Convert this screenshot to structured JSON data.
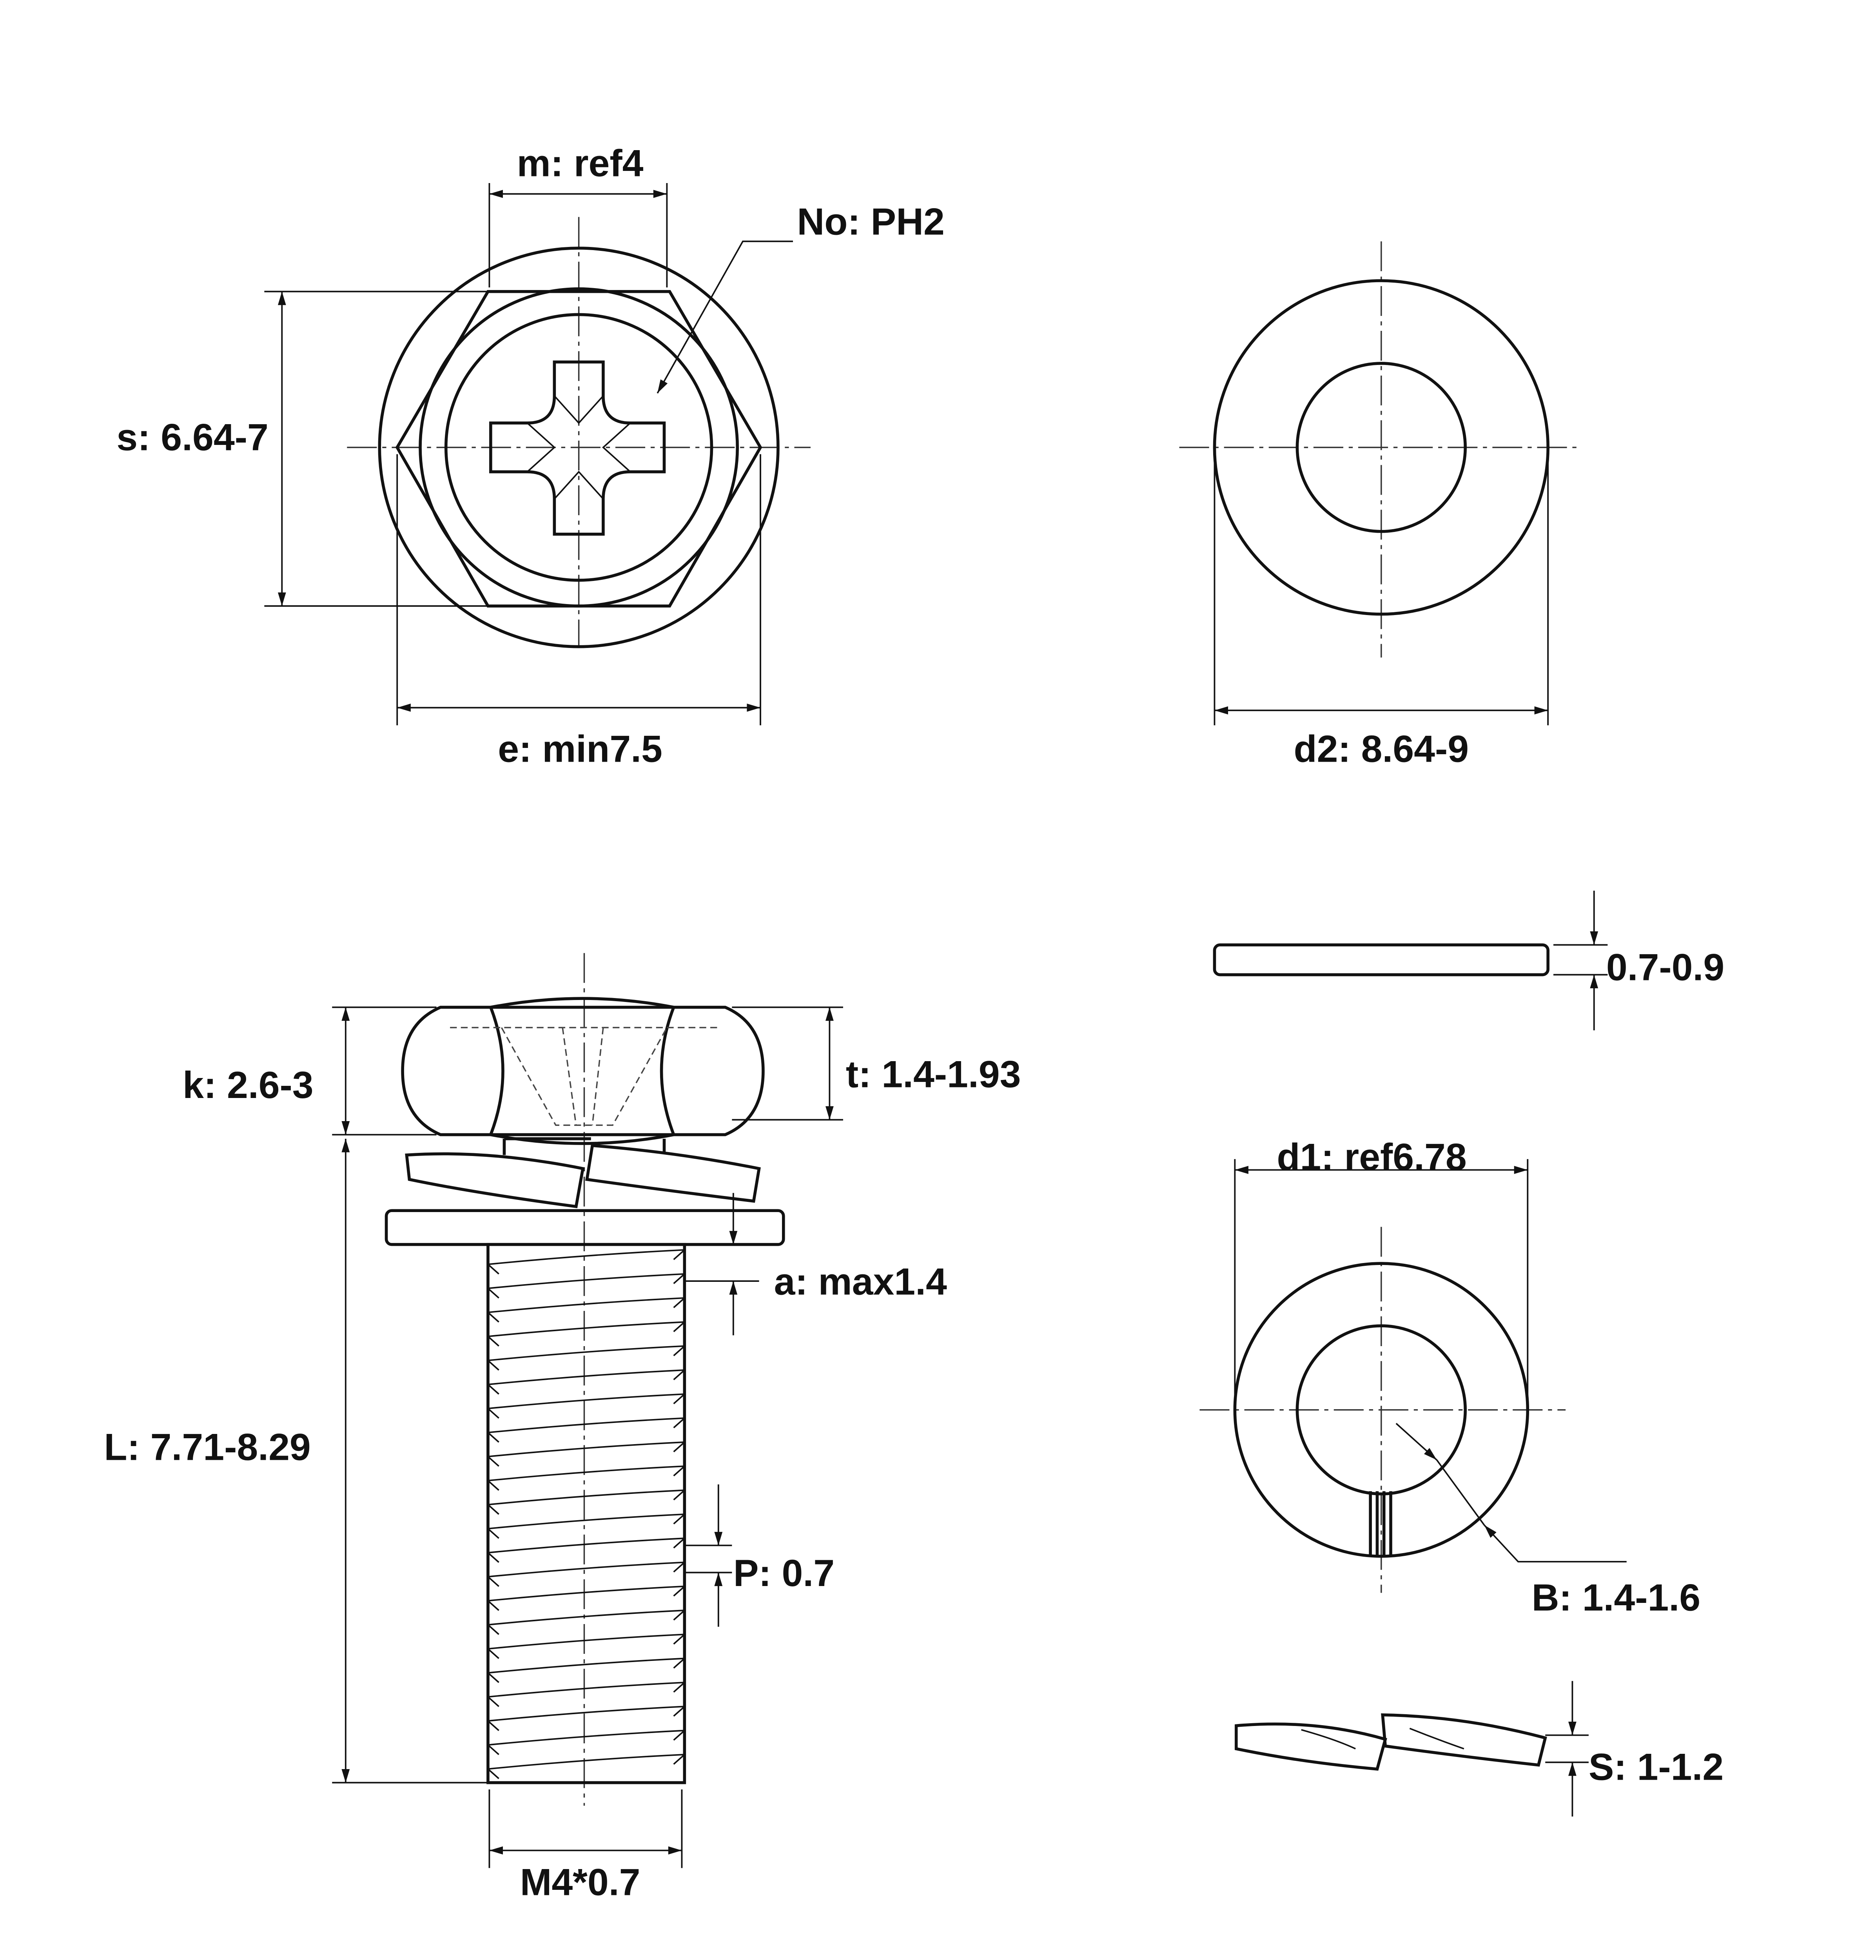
{
  "labels": {
    "m": "m: ref4",
    "no": "No: PH2",
    "s": "s: 6.64-7",
    "e": "e: min7.5",
    "d2": "d2: 8.64-9",
    "thickness": "0.7-0.9",
    "k": "k: 2.6-3",
    "t": "t: 1.4-1.93",
    "a": "a: max1.4",
    "L": "L: 7.71-8.29",
    "P": "P: 0.7",
    "M": "M4*0.7",
    "d1": "d1: ref6.78",
    "B": "B: 1.4-1.6",
    "S": "S: 1-1.2"
  },
  "thread_count": 22
}
